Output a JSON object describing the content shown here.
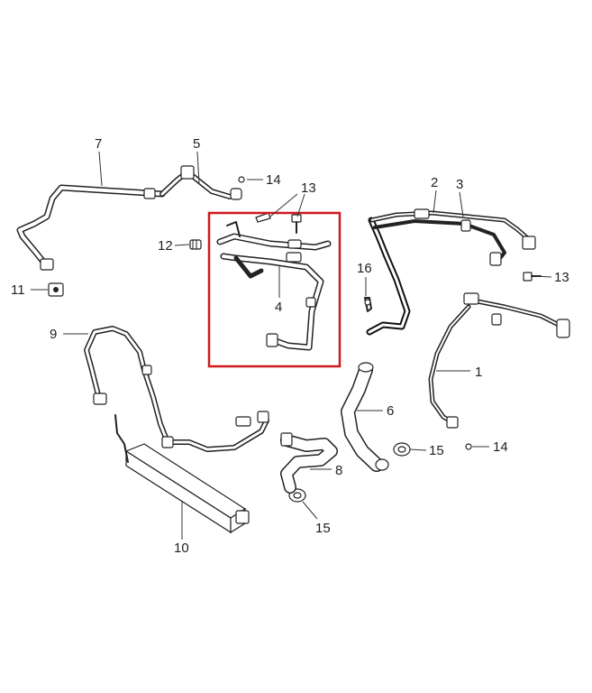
{
  "diagram": {
    "callouts": [
      "1",
      "2",
      "3",
      "4",
      "5",
      "6",
      "7",
      "8",
      "9",
      "10",
      "11",
      "12",
      "13",
      "13",
      "14",
      "14",
      "15",
      "15",
      "16"
    ],
    "highlight_color": "#d0191f",
    "line_color": "#222222"
  }
}
